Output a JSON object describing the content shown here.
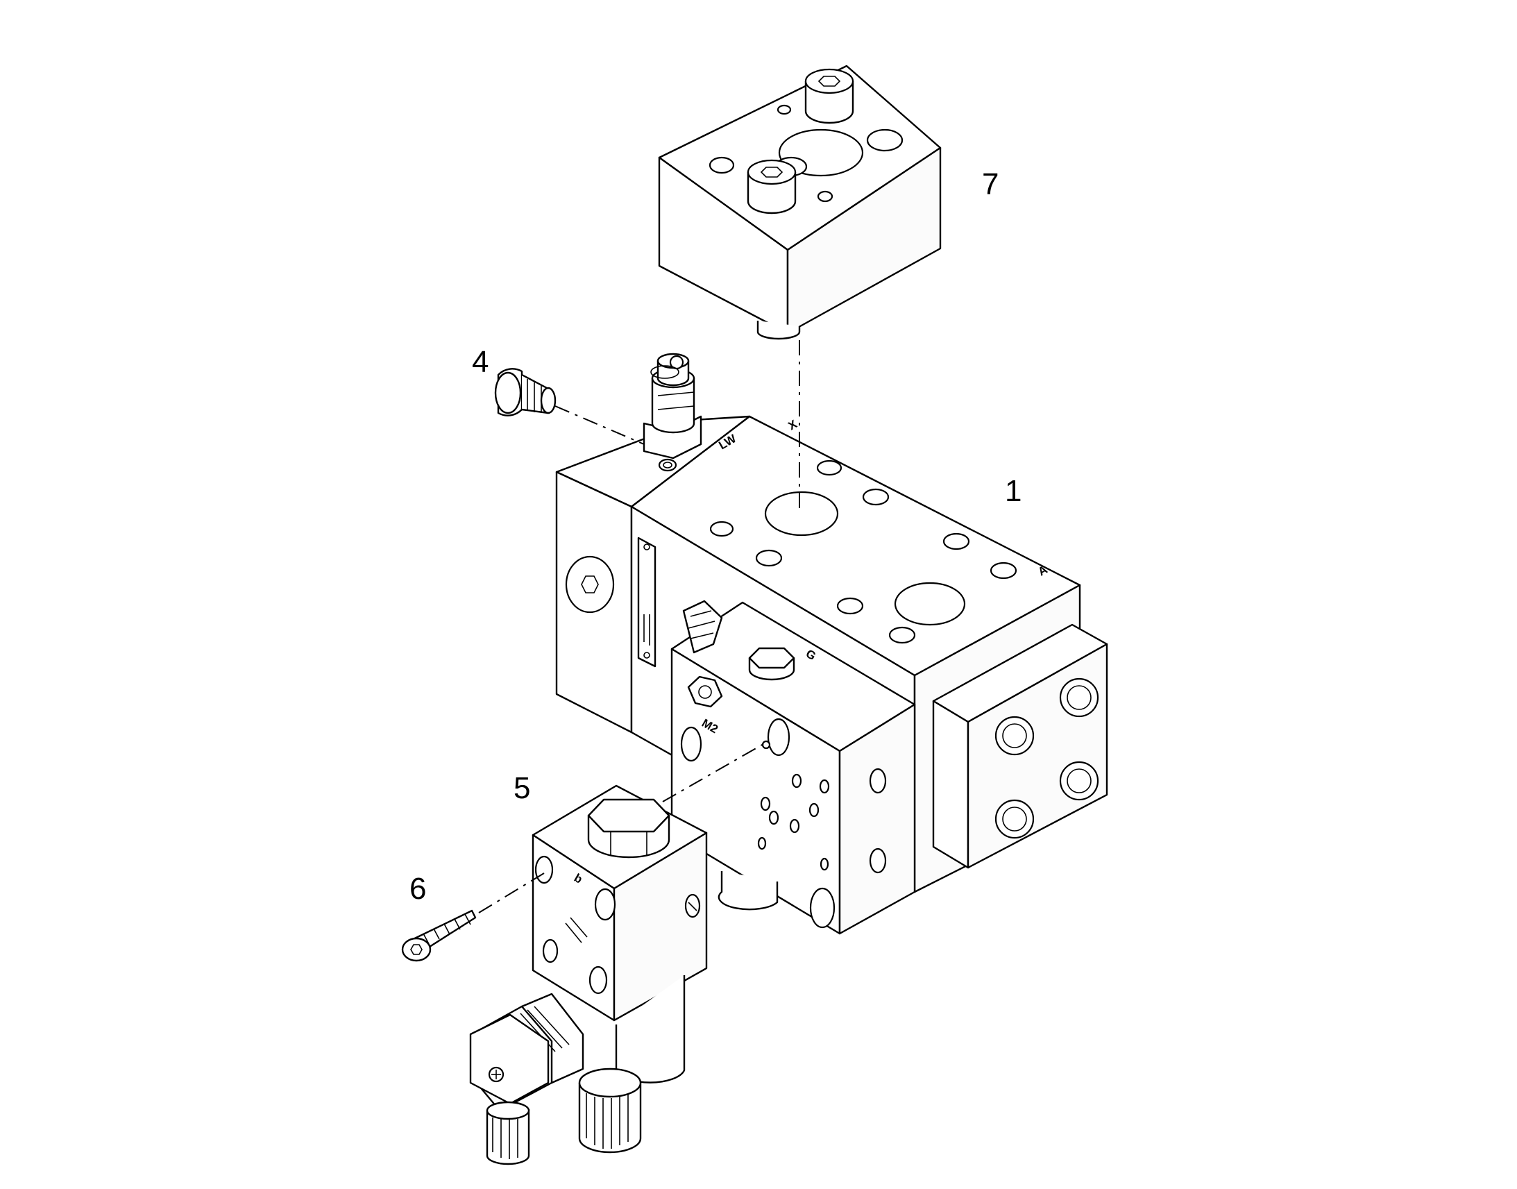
{
  "callouts": {
    "item_1": "1",
    "item_4": "4",
    "item_5": "5",
    "item_6": "6",
    "item_7": "7"
  },
  "port_marks": {
    "lw": "LW",
    "x": "X",
    "a": "A",
    "g": "G",
    "b": "b",
    "m": "M2"
  },
  "colors": {
    "line": "#000000",
    "background": "#ffffff"
  }
}
